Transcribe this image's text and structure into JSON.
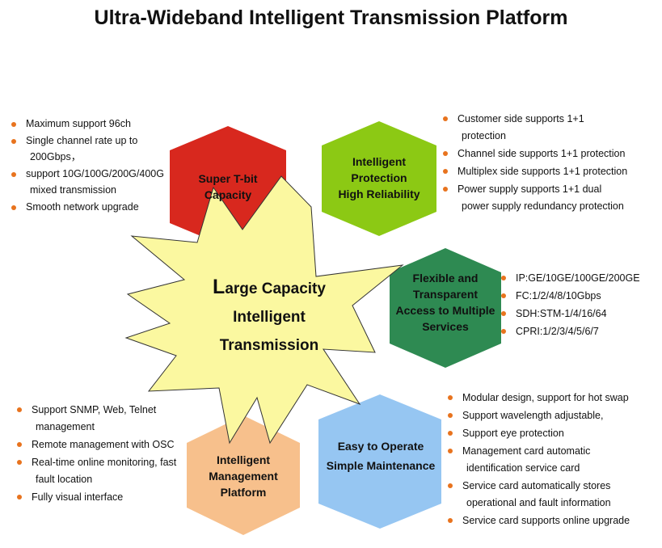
{
  "title": "Ultra-Wideband Intelligent Transmission Platform",
  "center": {
    "first_letter": "L",
    "line1_rest": "arge Capacity",
    "line2": "Intelligent",
    "line3": "Transmission"
  },
  "hexagons": [
    {
      "id": "capacity",
      "color": "#d8281e",
      "lines": [
        "Super T-bit",
        "Capacity"
      ]
    },
    {
      "id": "protection",
      "color": "#8cc914",
      "lines": [
        "Intelligent",
        "Protection",
        "High Reliability"
      ]
    },
    {
      "id": "access",
      "color": "#2e8a52",
      "lines": [
        "Flexible and",
        "Transparent",
        "Access to Multiple",
        "Services"
      ]
    },
    {
      "id": "maintenance",
      "color": "#96c6f2",
      "lines": [
        "Easy to Operate",
        "Simple Maintenance"
      ]
    },
    {
      "id": "management",
      "color": "#f7c08c",
      "lines": [
        "Intelligent",
        "Management",
        "Platform"
      ]
    }
  ],
  "bullet_groups": {
    "capacity": [
      {
        "text": "Maximum support 96ch"
      },
      {
        "text": "Single channel rate up to",
        "cont": "200Gbps，"
      },
      {
        "text": "support 10G/100G/200G/400G",
        "cont": "mixed transmission"
      },
      {
        "text": "Smooth network upgrade"
      }
    ],
    "protection": [
      {
        "text": "Customer side supports 1+1",
        "cont": "protection"
      },
      {
        "text": "Channel side supports 1+1 protection"
      },
      {
        "text": "Multiplex side supports 1+1 protection"
      },
      {
        "text": "Power supply supports 1+1 dual",
        "cont": "power supply redundancy protection"
      }
    ],
    "access": [
      {
        "text": "IP:GE/10GE/100GE/200GE"
      },
      {
        "text": "FC:1/2/4/8/10Gbps"
      },
      {
        "text": "SDH:STM-1/4/16/64"
      },
      {
        "text": "CPRI:1/2/3/4/5/6/7"
      }
    ],
    "management": [
      {
        "text": "Support SNMP, Web, Telnet",
        "cont": "management"
      },
      {
        "text": "Remote management with OSC"
      },
      {
        "text": "Real-time online monitoring, fast",
        "cont": "fault location"
      },
      {
        "text": "Fully visual interface"
      }
    ],
    "maintenance": [
      {
        "text": "Modular design, support for hot swap"
      },
      {
        "text": "Support wavelength adjustable,"
      },
      {
        "text": "Support eye protection"
      },
      {
        "text": "Management card automatic",
        "cont": "identification service card"
      },
      {
        "text": "Service card automatically stores",
        "cont": "operational and fault information"
      },
      {
        "text": "Service card supports online upgrade"
      }
    ]
  },
  "colors": {
    "star_fill": "#fbf8a0",
    "star_stroke": "#333333",
    "bullet": "#e8731e"
  }
}
